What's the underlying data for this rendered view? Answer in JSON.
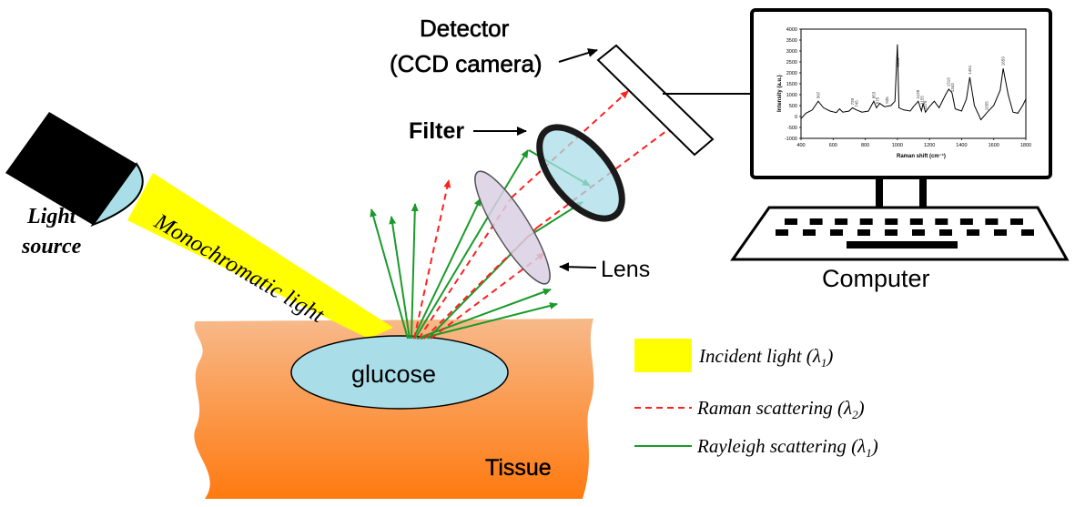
{
  "labels": {
    "detector_line1": "Detector",
    "detector_line2": "(CCD camera)",
    "filter": "Filter",
    "lens": "Lens",
    "computer": "Computer",
    "light_source_line1": "Light",
    "light_source_line2": "source",
    "beam": "Monochromatic light",
    "glucose": "glucose",
    "tissue": "Tissue"
  },
  "legend": {
    "incident": {
      "text": "Incident light (",
      "sym": "λ",
      "sub": "1",
      "close": ")"
    },
    "raman": {
      "text": "Raman scattering (",
      "sym": "λ",
      "sub": "2",
      "close": ")"
    },
    "rayleigh": {
      "text": "Rayleigh scattering (",
      "sym": "λ",
      "sub": "1",
      "close": ")"
    }
  },
  "colors": {
    "incident": "#ffff00",
    "raman": "#ff2020",
    "rayleigh": "#1a9a2a",
    "glucose": "#a9dde8",
    "tissue_top": "#f7b98a",
    "tissue_bottom": "#ff7a10"
  },
  "spectrum": {
    "xlabel": "Raman shift (cm⁻¹)",
    "ylabel": "Intensity (a.u.)",
    "xticks": [
      "400",
      "600",
      "800",
      "1000",
      "1200",
      "1400",
      "1600",
      "1800"
    ],
    "yticks": [
      "4000",
      "3500",
      "3000",
      "2500",
      "2000",
      "1500",
      "1000",
      "500",
      "0",
      "-500",
      "-1000"
    ],
    "xlim": [
      400,
      1800
    ],
    "ylim": [
      -1000,
      4000
    ],
    "points": [
      [
        400,
        -100
      ],
      [
        430,
        150
      ],
      [
        470,
        300
      ],
      [
        507,
        700
      ],
      [
        540,
        400
      ],
      [
        580,
        250
      ],
      [
        620,
        180
      ],
      [
        640,
        350
      ],
      [
        660,
        200
      ],
      [
        700,
        250
      ],
      [
        720,
        400
      ],
      [
        745,
        300
      ],
      [
        780,
        200
      ],
      [
        820,
        250
      ],
      [
        853,
        700
      ],
      [
        870,
        400
      ],
      [
        890,
        600
      ],
      [
        920,
        450
      ],
      [
        960,
        500
      ],
      [
        985,
        700
      ],
      [
        1000,
        3300
      ],
      [
        1010,
        400
      ],
      [
        1040,
        300
      ],
      [
        1080,
        250
      ],
      [
        1100,
        450
      ],
      [
        1130,
        700
      ],
      [
        1150,
        250
      ],
      [
        1160,
        600
      ],
      [
        1175,
        200
      ],
      [
        1200,
        450
      ],
      [
        1230,
        700
      ],
      [
        1260,
        400
      ],
      [
        1300,
        1000
      ],
      [
        1320,
        1250
      ],
      [
        1340,
        1100
      ],
      [
        1360,
        350
      ],
      [
        1400,
        250
      ],
      [
        1430,
        800
      ],
      [
        1451,
        1800
      ],
      [
        1480,
        500
      ],
      [
        1520,
        -150
      ],
      [
        1560,
        200
      ],
      [
        1600,
        500
      ],
      [
        1640,
        1200
      ],
      [
        1659,
        2200
      ],
      [
        1690,
        1000
      ],
      [
        1720,
        200
      ],
      [
        1750,
        150
      ],
      [
        1780,
        500
      ],
      [
        1800,
        800
      ]
    ],
    "peak_labels": [
      {
        "x": 507,
        "label": "507"
      },
      {
        "x": 720,
        "label": "720"
      },
      {
        "x": 745,
        "label": "745"
      },
      {
        "x": 853,
        "label": "853"
      },
      {
        "x": 875,
        "label": "875"
      },
      {
        "x": 935,
        "label": "935"
      },
      {
        "x": 1004,
        "label": "1004"
      },
      {
        "x": 1128,
        "label": "1128"
      },
      {
        "x": 1155,
        "label": "1155"
      },
      {
        "x": 1175,
        "label": "1175"
      },
      {
        "x": 1319,
        "label": "1319"
      },
      {
        "x": 1343,
        "label": "1343"
      },
      {
        "x": 1451,
        "label": "1451"
      },
      {
        "x": 1555,
        "label": "1555"
      },
      {
        "x": 1659,
        "label": "1659"
      }
    ]
  }
}
